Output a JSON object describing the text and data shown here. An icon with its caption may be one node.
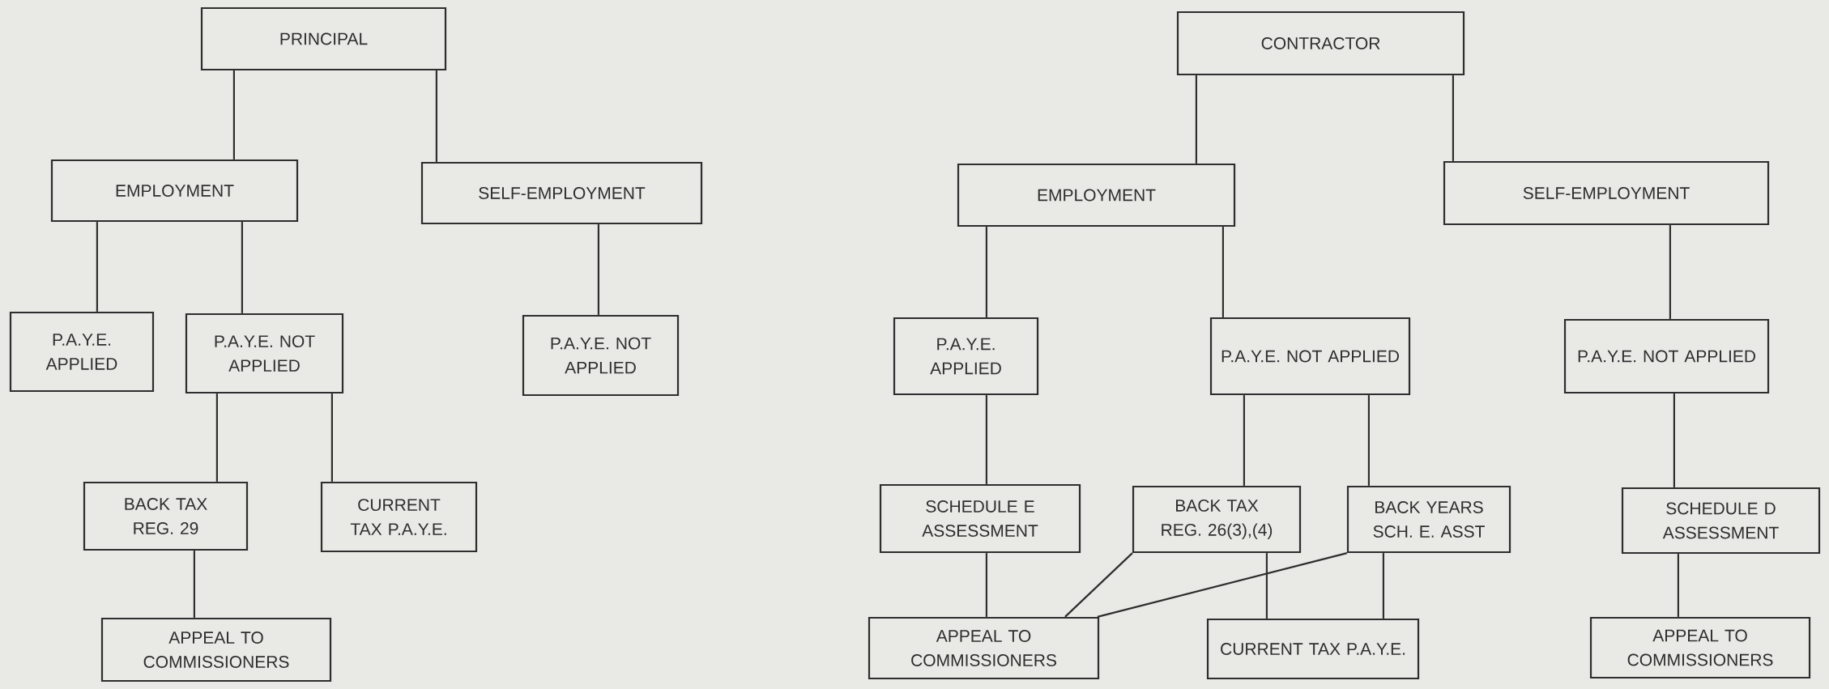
{
  "diagram": {
    "nodes": [
      {
        "text": [
          "PRINCIPAL"
        ]
      },
      {
        "text": [
          "EMPLOYMENT"
        ]
      },
      {
        "text": [
          "SELF-EMPLOYMENT"
        ]
      },
      {
        "text": [
          "P.A.Y.E. APPLIED"
        ]
      },
      {
        "text": [
          "P.A.Y.E. NOT APPLIED"
        ]
      },
      {
        "text": [
          "P.A.Y.E. NOT APPLIED"
        ]
      },
      {
        "text": [
          "BACK TAX REG. 29"
        ]
      },
      {
        "text": [
          "CURRENT TAX P.A.Y.E."
        ]
      },
      {
        "text": [
          "APPEAL TO COMMISSIONERS"
        ]
      },
      {
        "text": [
          "CONTRACTOR"
        ]
      },
      {
        "text": [
          "EMPLOYMENT"
        ]
      },
      {
        "text": [
          "SELF-EMPLOYMENT"
        ]
      },
      {
        "text": [
          "P.A.Y.E. APPLIED"
        ]
      },
      {
        "text": [
          "P.A.Y.E. NOT APPLIED"
        ]
      },
      {
        "text": [
          "P.A.Y.E. NOT APPLIED"
        ]
      },
      {
        "text": [
          "SCHEDULE E ASSESSMENT"
        ]
      },
      {
        "text": [
          "BACK TAX REG. 26(3),(4)"
        ]
      },
      {
        "text": [
          "BACK YEARS SCH. E. ASST"
        ]
      },
      {
        "text": [
          "SCHEDULE D ASSESSMENT"
        ]
      },
      {
        "text": [
          "APPEAL TO COMMISSIONERS"
        ]
      },
      {
        "text": [
          "CURRENT TAX P.A.Y.E."
        ]
      },
      {
        "text": [
          "APPEAL TO COMMISSIONERS"
        ]
      }
    ],
    "edges": [
      {
        "from": 0,
        "to": 1,
        "arrow": "none"
      },
      {
        "from": 0,
        "to": 2,
        "arrow": "none"
      },
      {
        "from": 1,
        "to": 3,
        "arrow": "none"
      },
      {
        "from": 1,
        "to": 4,
        "arrow": "none"
      },
      {
        "from": 2,
        "to": 5,
        "arrow": "none"
      },
      {
        "from": 4,
        "to": 6,
        "arrow": "none"
      },
      {
        "from": 4,
        "to": 7,
        "arrow": "none"
      },
      {
        "from": 6,
        "to": 8,
        "arrow": "none"
      },
      {
        "from": 9,
        "to": 10,
        "arrow": "none"
      },
      {
        "from": 9,
        "to": 11,
        "arrow": "none"
      },
      {
        "from": 10,
        "to": 12,
        "arrow": "none"
      },
      {
        "from": 10,
        "to": 13,
        "arrow": "none"
      },
      {
        "from": 11,
        "to": 14,
        "arrow": "none"
      },
      {
        "from": 12,
        "to": 15,
        "arrow": "none"
      },
      {
        "from": 13,
        "to": 16,
        "arrow": "none"
      },
      {
        "from": 13,
        "to": 17,
        "arrow": "none"
      },
      {
        "from": 14,
        "to": 18,
        "arrow": "none"
      },
      {
        "from": 15,
        "to": 19,
        "arrow": "none"
      },
      {
        "from": 16,
        "to": 19,
        "arrow": "none"
      },
      {
        "from": 17,
        "to": 19,
        "arrow": "none"
      },
      {
        "from": 16,
        "to": 20,
        "arrow": "none"
      },
      {
        "from": 17,
        "to": 20,
        "arrow": "none"
      },
      {
        "from": 18,
        "to": 21,
        "arrow": "none"
      }
    ]
  }
}
